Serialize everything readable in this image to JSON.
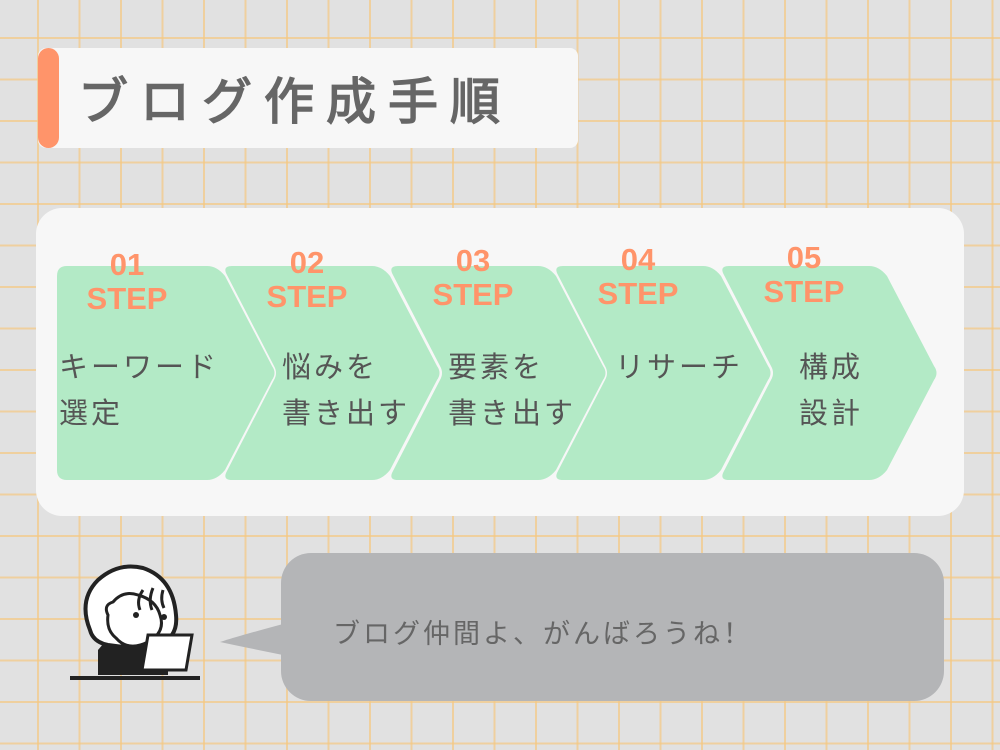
{
  "title": "ブログ作成手順",
  "steps": [
    {
      "number": "01",
      "step": "STEP",
      "label": "キーワード\n選定"
    },
    {
      "number": "02",
      "step": "STEP",
      "label": "悩みを\n書き出す"
    },
    {
      "number": "03",
      "step": "STEP",
      "label": "要素を\n書き出す"
    },
    {
      "number": "04",
      "step": "STEP",
      "label": "リサーチ"
    },
    {
      "number": "05",
      "step": "STEP",
      "label": "構成\n設計"
    }
  ],
  "speech": "ブログ仲間よ、がんばろうね！",
  "colors": {
    "accent": "#ff946a",
    "chevron": "#b3eac6",
    "panel": "#f7f7f7",
    "bubble": "#b4b5b7"
  }
}
